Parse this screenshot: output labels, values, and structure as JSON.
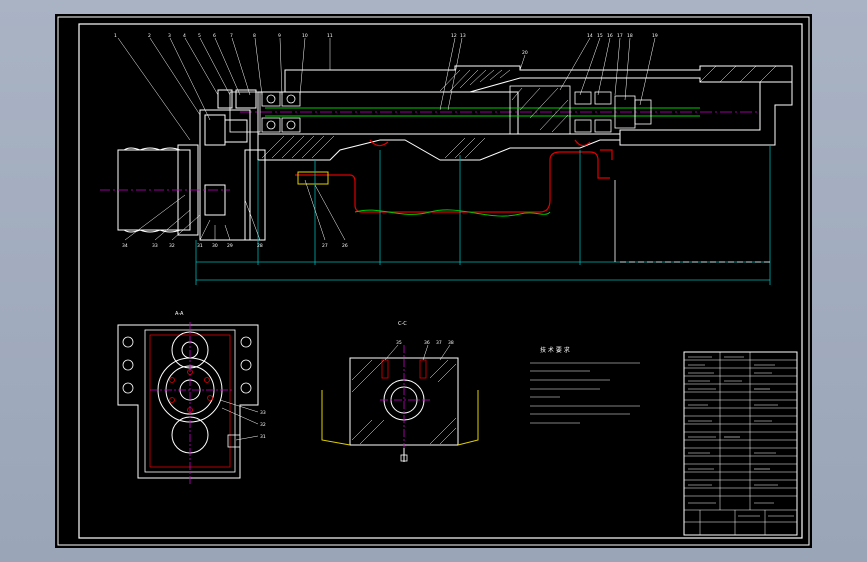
{
  "drawing": {
    "section_label_left": "A-A",
    "section_label_mid": "C-C",
    "motor_label": "",
    "notes_title": "技 术 要 求",
    "notes": [
      "",
      "",
      "",
      "",
      "",
      "",
      "",
      ""
    ],
    "callouts_top": [
      "1",
      "2",
      "3",
      "4",
      "5",
      "6",
      "7",
      "8",
      "9",
      "10",
      "11",
      "12",
      "13",
      "14",
      "15",
      "16",
      "17",
      "18",
      "19",
      "20"
    ],
    "callouts_bottom": [
      "34",
      "33",
      "32",
      "31",
      "30",
      "29",
      "28",
      "27",
      "26"
    ],
    "callouts_aa": [
      "33",
      "32",
      "31"
    ],
    "callouts_cc": [
      "35",
      "36",
      "37",
      "38"
    ]
  },
  "title_block": {
    "rows": [
      "",
      "",
      "",
      "",
      "",
      "",
      "",
      "",
      "",
      "",
      "",
      "",
      "",
      "",
      "",
      "",
      "",
      "",
      ""
    ],
    "bottom_cells": [
      "",
      "",
      ""
    ]
  },
  "colors": {
    "background": "#9aa5b8",
    "sheet": "#000000",
    "line": "#ffffff",
    "center_line": "#c800c8",
    "dimension": "#00b4b4",
    "section_red": "#e00000",
    "break_green": "#00c800",
    "part_yellow": "#e0d000"
  }
}
